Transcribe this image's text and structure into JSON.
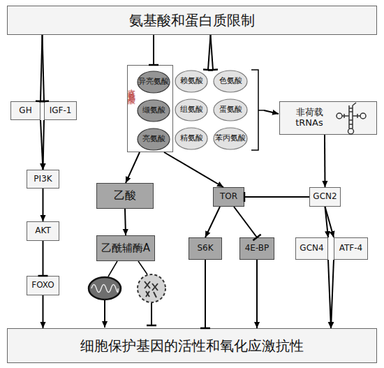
{
  "diagram": {
    "nodes": [
      {
        "text": [
          "氨基酸和蛋白质限制"
        ]
      },
      {
        "text": [
          "GH"
        ]
      },
      {
        "text": [
          "IGF-1"
        ]
      },
      {
        "text": [
          "支链氨基酸"
        ]
      },
      {
        "text": [
          "异亮氨酸"
        ],
        "in": 3
      },
      {
        "text": [
          "赖氨酸"
        ]
      },
      {
        "text": [
          "色氨酸"
        ]
      },
      {
        "text": [
          "缬氨酸"
        ],
        "in": 3
      },
      {
        "text": [
          "组氨酸"
        ]
      },
      {
        "text": [
          "蛋氨酸"
        ]
      },
      {
        "text": [
          "亮氨酸"
        ],
        "in": 3
      },
      {
        "text": [
          "精氨酸"
        ]
      },
      {
        "text": [
          "苯丙氨酸"
        ]
      },
      {
        "text": [
          "非荷载 tRNAs"
        ]
      },
      {
        "text": [
          "PI3K"
        ]
      },
      {
        "text": [
          "乙酸"
        ]
      },
      {
        "text": [
          "TOR"
        ]
      },
      {
        "text": [
          "GCN2"
        ]
      },
      {
        "text": [
          "AKT"
        ]
      },
      {
        "text": [
          "乙酰辅酶A"
        ]
      },
      {
        "text": [
          "S6K"
        ]
      },
      {
        "text": [
          "4E-BP"
        ]
      },
      {
        "text": [
          "GCN4"
        ]
      },
      {
        "text": [
          "ATF-4"
        ]
      },
      {
        "text": [
          "FOXO"
        ]
      },
      {
        "text": [
          "细胞保护基因的活性和氧化应激抗性"
        ]
      }
    ],
    "edges": [
      {
        "from": 0,
        "to": 1,
        "arrow": "to"
      },
      {
        "from": 0,
        "to": 2,
        "arrow": "to"
      },
      {
        "from": 1,
        "to": 14,
        "arrow": "to"
      },
      {
        "from": 2,
        "to": 14,
        "arrow": "to"
      },
      {
        "from": 14,
        "to": 18,
        "arrow": "to"
      },
      {
        "from": 18,
        "to": 24,
        "arrow": "to"
      },
      {
        "from": 24,
        "to": 25,
        "arrow": "to"
      },
      {
        "from": 0,
        "to": 3,
        "arrow": "to"
      },
      {
        "from": 0,
        "to": 5,
        "arrow": "to"
      },
      {
        "from": 0,
        "to": 6,
        "arrow": "to"
      },
      {
        "from": 3,
        "to": 15,
        "arrow": "to"
      },
      {
        "from": 3,
        "to": 16,
        "arrow": "to"
      },
      {
        "from": 13,
        "to": 17,
        "arrow": "to"
      },
      {
        "from": 17,
        "to": 16,
        "arrow": "to"
      },
      {
        "from": 17,
        "to": 22,
        "arrow": "to"
      },
      {
        "from": 17,
        "to": 23,
        "arrow": "to"
      },
      {
        "from": 15,
        "to": 19,
        "arrow": "to"
      },
      {
        "from": 16,
        "to": 20,
        "arrow": "to"
      },
      {
        "from": 16,
        "to": 21,
        "arrow": "to"
      },
      {
        "from": 20,
        "to": 25,
        "arrow": "to"
      },
      {
        "from": 21,
        "to": 25,
        "arrow": "to"
      },
      {
        "from": 22,
        "to": 25,
        "arrow": "to"
      },
      {
        "from": 23,
        "to": 25,
        "arrow": "to"
      }
    ]
  }
}
